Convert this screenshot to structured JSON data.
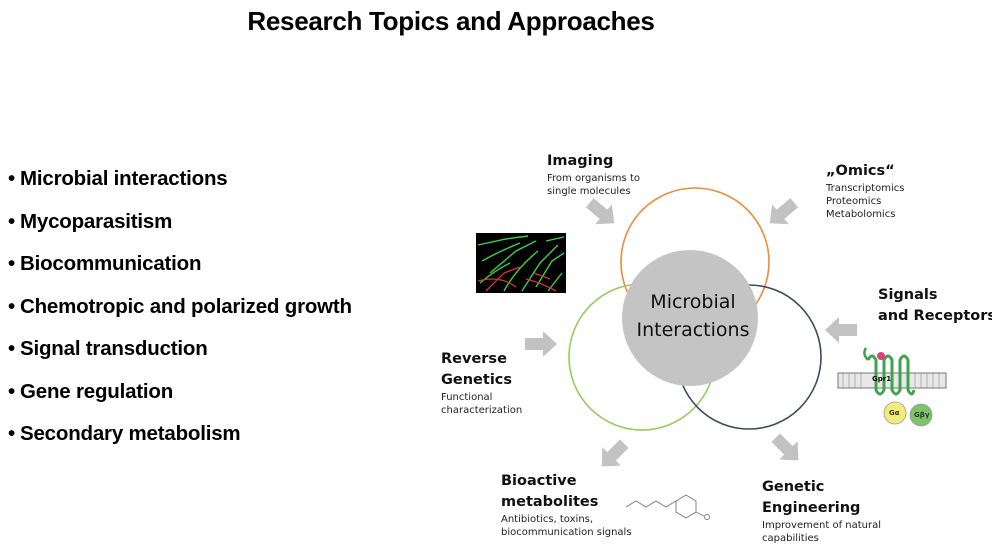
{
  "title": "Research Topics and Approaches",
  "topics": [
    "Microbial interactions",
    "Mycoparasitism",
    "Biocommunication",
    "Chemotropic and polarized growth",
    "Signal transduction",
    "Gene regulation",
    "Secondary metabolism"
  ],
  "bullet": "•",
  "center": {
    "line1": "Microbial",
    "line2": "Interactions"
  },
  "approaches": {
    "imaging": {
      "heading": "Imaging",
      "sub1": "From organisms to",
      "sub2": "single molecules"
    },
    "omics": {
      "heading": "„Omics“",
      "sub1": "Transcriptomics",
      "sub2": "Proteomics",
      "sub3": "Metabolomics"
    },
    "signals": {
      "heading1": "Signals",
      "heading2": "and Receptors"
    },
    "reverse": {
      "heading1": "Reverse",
      "heading2": "Genetics",
      "sub1": "Functional",
      "sub2": "characterization"
    },
    "bioactive": {
      "heading1": "Bioactive",
      "heading2": "metabolites",
      "sub1": "Antibiotics, toxins,",
      "sub2": "biocommunication signals"
    },
    "genetic": {
      "heading1": "Genetic",
      "heading2": "Engineering",
      "sub1": "Improvement of natural",
      "sub2": "capabilities"
    }
  },
  "receptor": {
    "gpr": "Gpr1",
    "g_alpha": "Gα",
    "g_beta_gamma": "Gβγ"
  },
  "colors": {
    "circle_top": "#ef8a3a",
    "circle_left": "#93cc5a",
    "circle_right": "#3c4a5c",
    "hub": "#c4c4c4",
    "arrow": "#c2c2c2"
  }
}
